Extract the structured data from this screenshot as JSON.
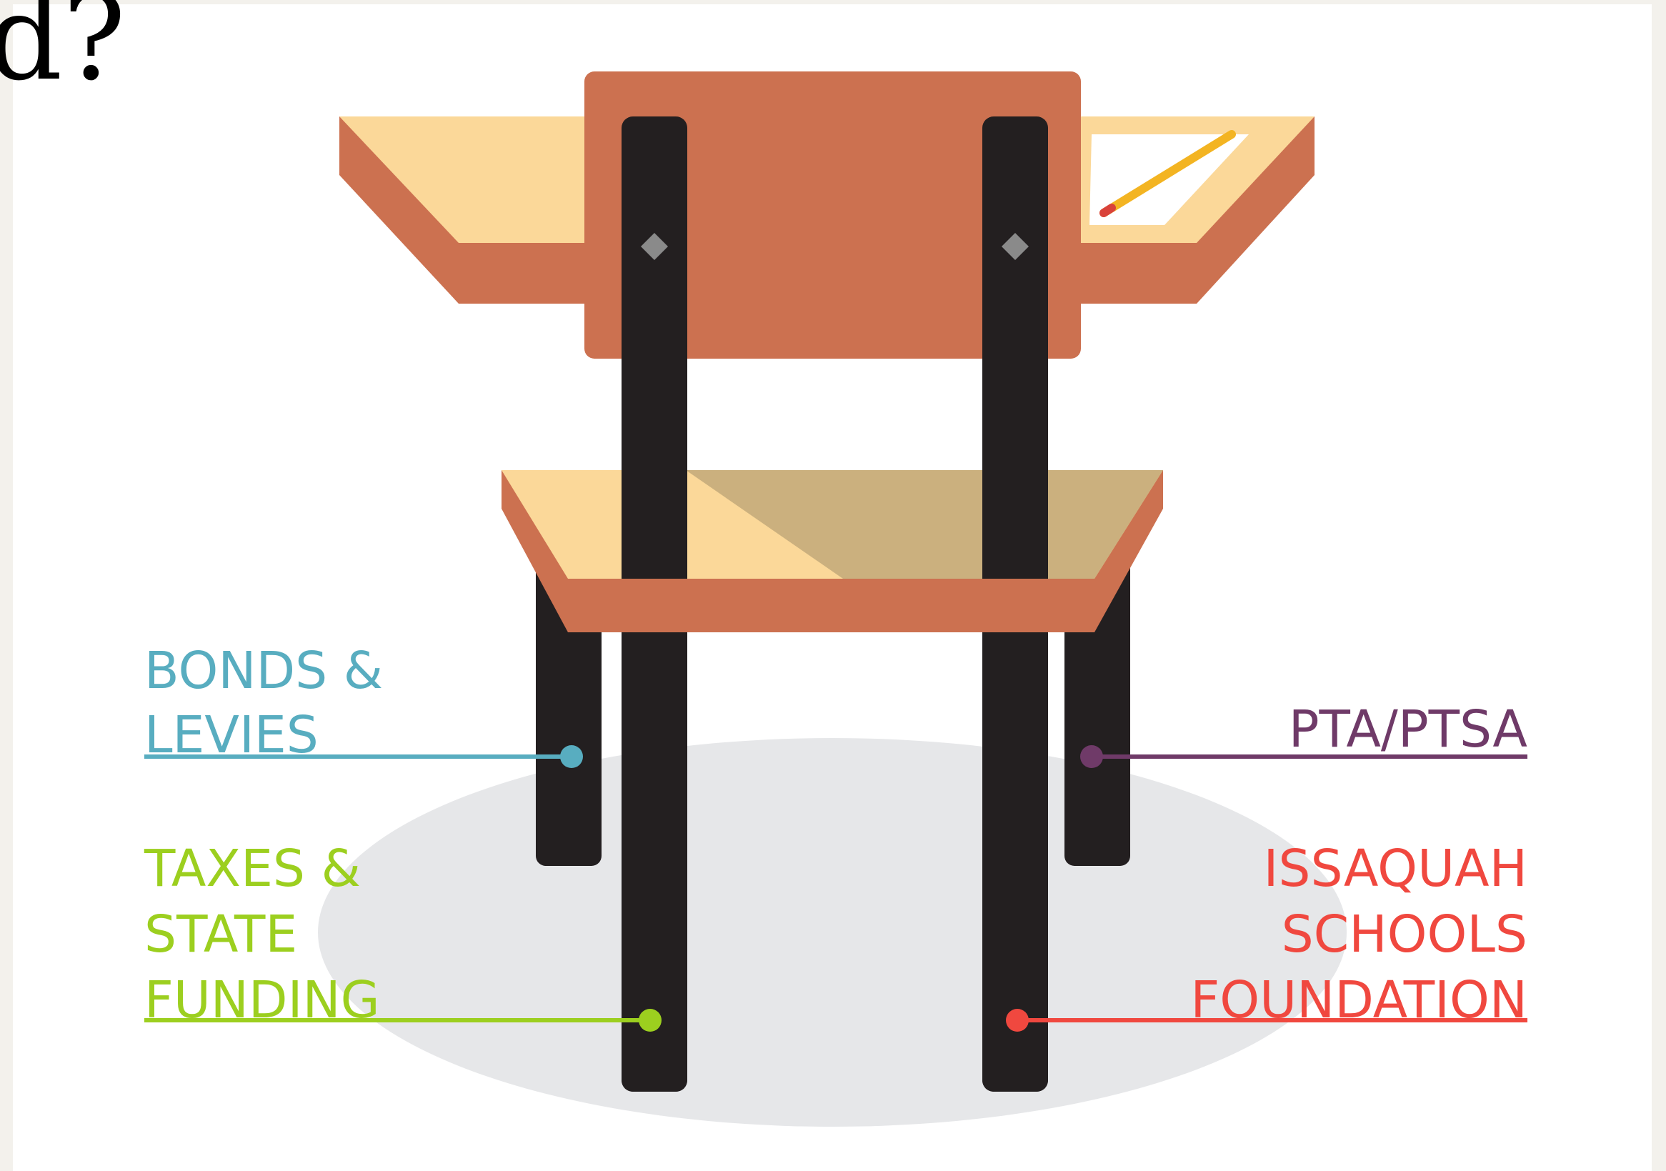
{
  "heading_fragment": "d?",
  "labels": {
    "bonds": [
      "BONDS &",
      "LEVIES"
    ],
    "taxes": [
      "TAXES &",
      "STATE",
      "FUNDING"
    ],
    "pta": [
      "PTA/PTSA"
    ],
    "foundation": [
      "ISSAQUAH",
      "SCHOOLS",
      "FOUNDATION"
    ]
  },
  "colors": {
    "page_background": "#f3f1ec",
    "figure_background": "#ffffff",
    "shadow": "#e6e7e9",
    "chair_body": "#cc7150",
    "desk_top": "#fbd899",
    "seat_shade": "#cbb07e",
    "chair_legs": "#231f20",
    "bolt": "#8a8a8a",
    "paper": "#ffffff",
    "pencil": "#f3b422",
    "bonds_label": "#58adc0",
    "taxes_label": "#9ccf1f",
    "pta_label": "#6f3a68",
    "foundation_label": "#f0483f"
  },
  "icons": {
    "pencil": "pencil-icon",
    "paper": "paper-icon"
  }
}
